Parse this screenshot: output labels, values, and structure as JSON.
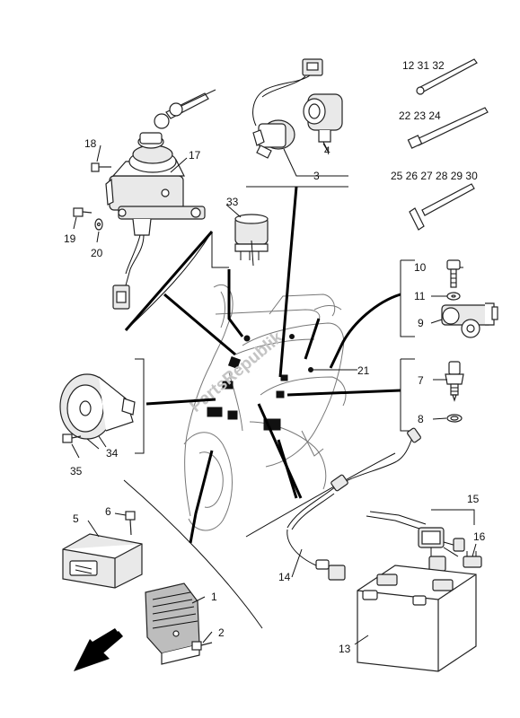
{
  "watermark": "PartsRepublik",
  "callouts": {
    "c1": "1",
    "c2": "2",
    "c3": "3",
    "c4": "4",
    "c5": "5",
    "c6": "6",
    "c7": "7",
    "c8": "8",
    "c9": "9",
    "c10": "10",
    "c11": "11",
    "c12_31_32": "12 31 32",
    "c13": "13",
    "c14": "14",
    "c15": "15",
    "c16": "16",
    "c17": "17",
    "c18": "18",
    "c19": "19",
    "c20": "20",
    "c21": "21",
    "c22_23_24": "22 23 24",
    "c25_30": "25 26 27 28 29 30",
    "c33": "33",
    "c34": "34",
    "c35": "35"
  },
  "icons": {
    "direction_arrow": "front-direction-arrow-icon"
  }
}
